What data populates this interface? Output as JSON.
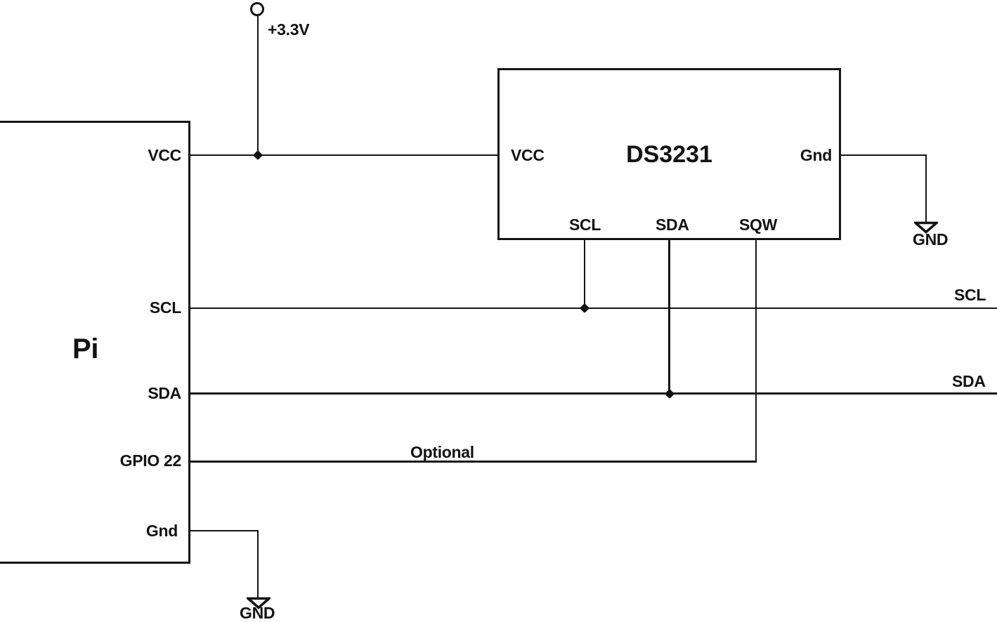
{
  "colors": {
    "wire": "#141414",
    "background": "#ffffff",
    "text": "#131313"
  },
  "supply": {
    "label": "+3.3V"
  },
  "pi": {
    "title": "Pi",
    "pins": {
      "vcc": "VCC",
      "scl": "SCL",
      "sda": "SDA",
      "gpio22": "GPIO 22",
      "gnd": "Gnd"
    }
  },
  "ds3231": {
    "title": "DS3231",
    "pins": {
      "vcc": "VCC",
      "gnd": "Gnd",
      "scl": "SCL",
      "sda": "SDA",
      "sqw": "SQW"
    }
  },
  "rails": {
    "scl": "SCL",
    "sda": "SDA"
  },
  "grounds": {
    "right": "GND",
    "bottom": "GND"
  },
  "annotations": {
    "optional": "Optional"
  }
}
